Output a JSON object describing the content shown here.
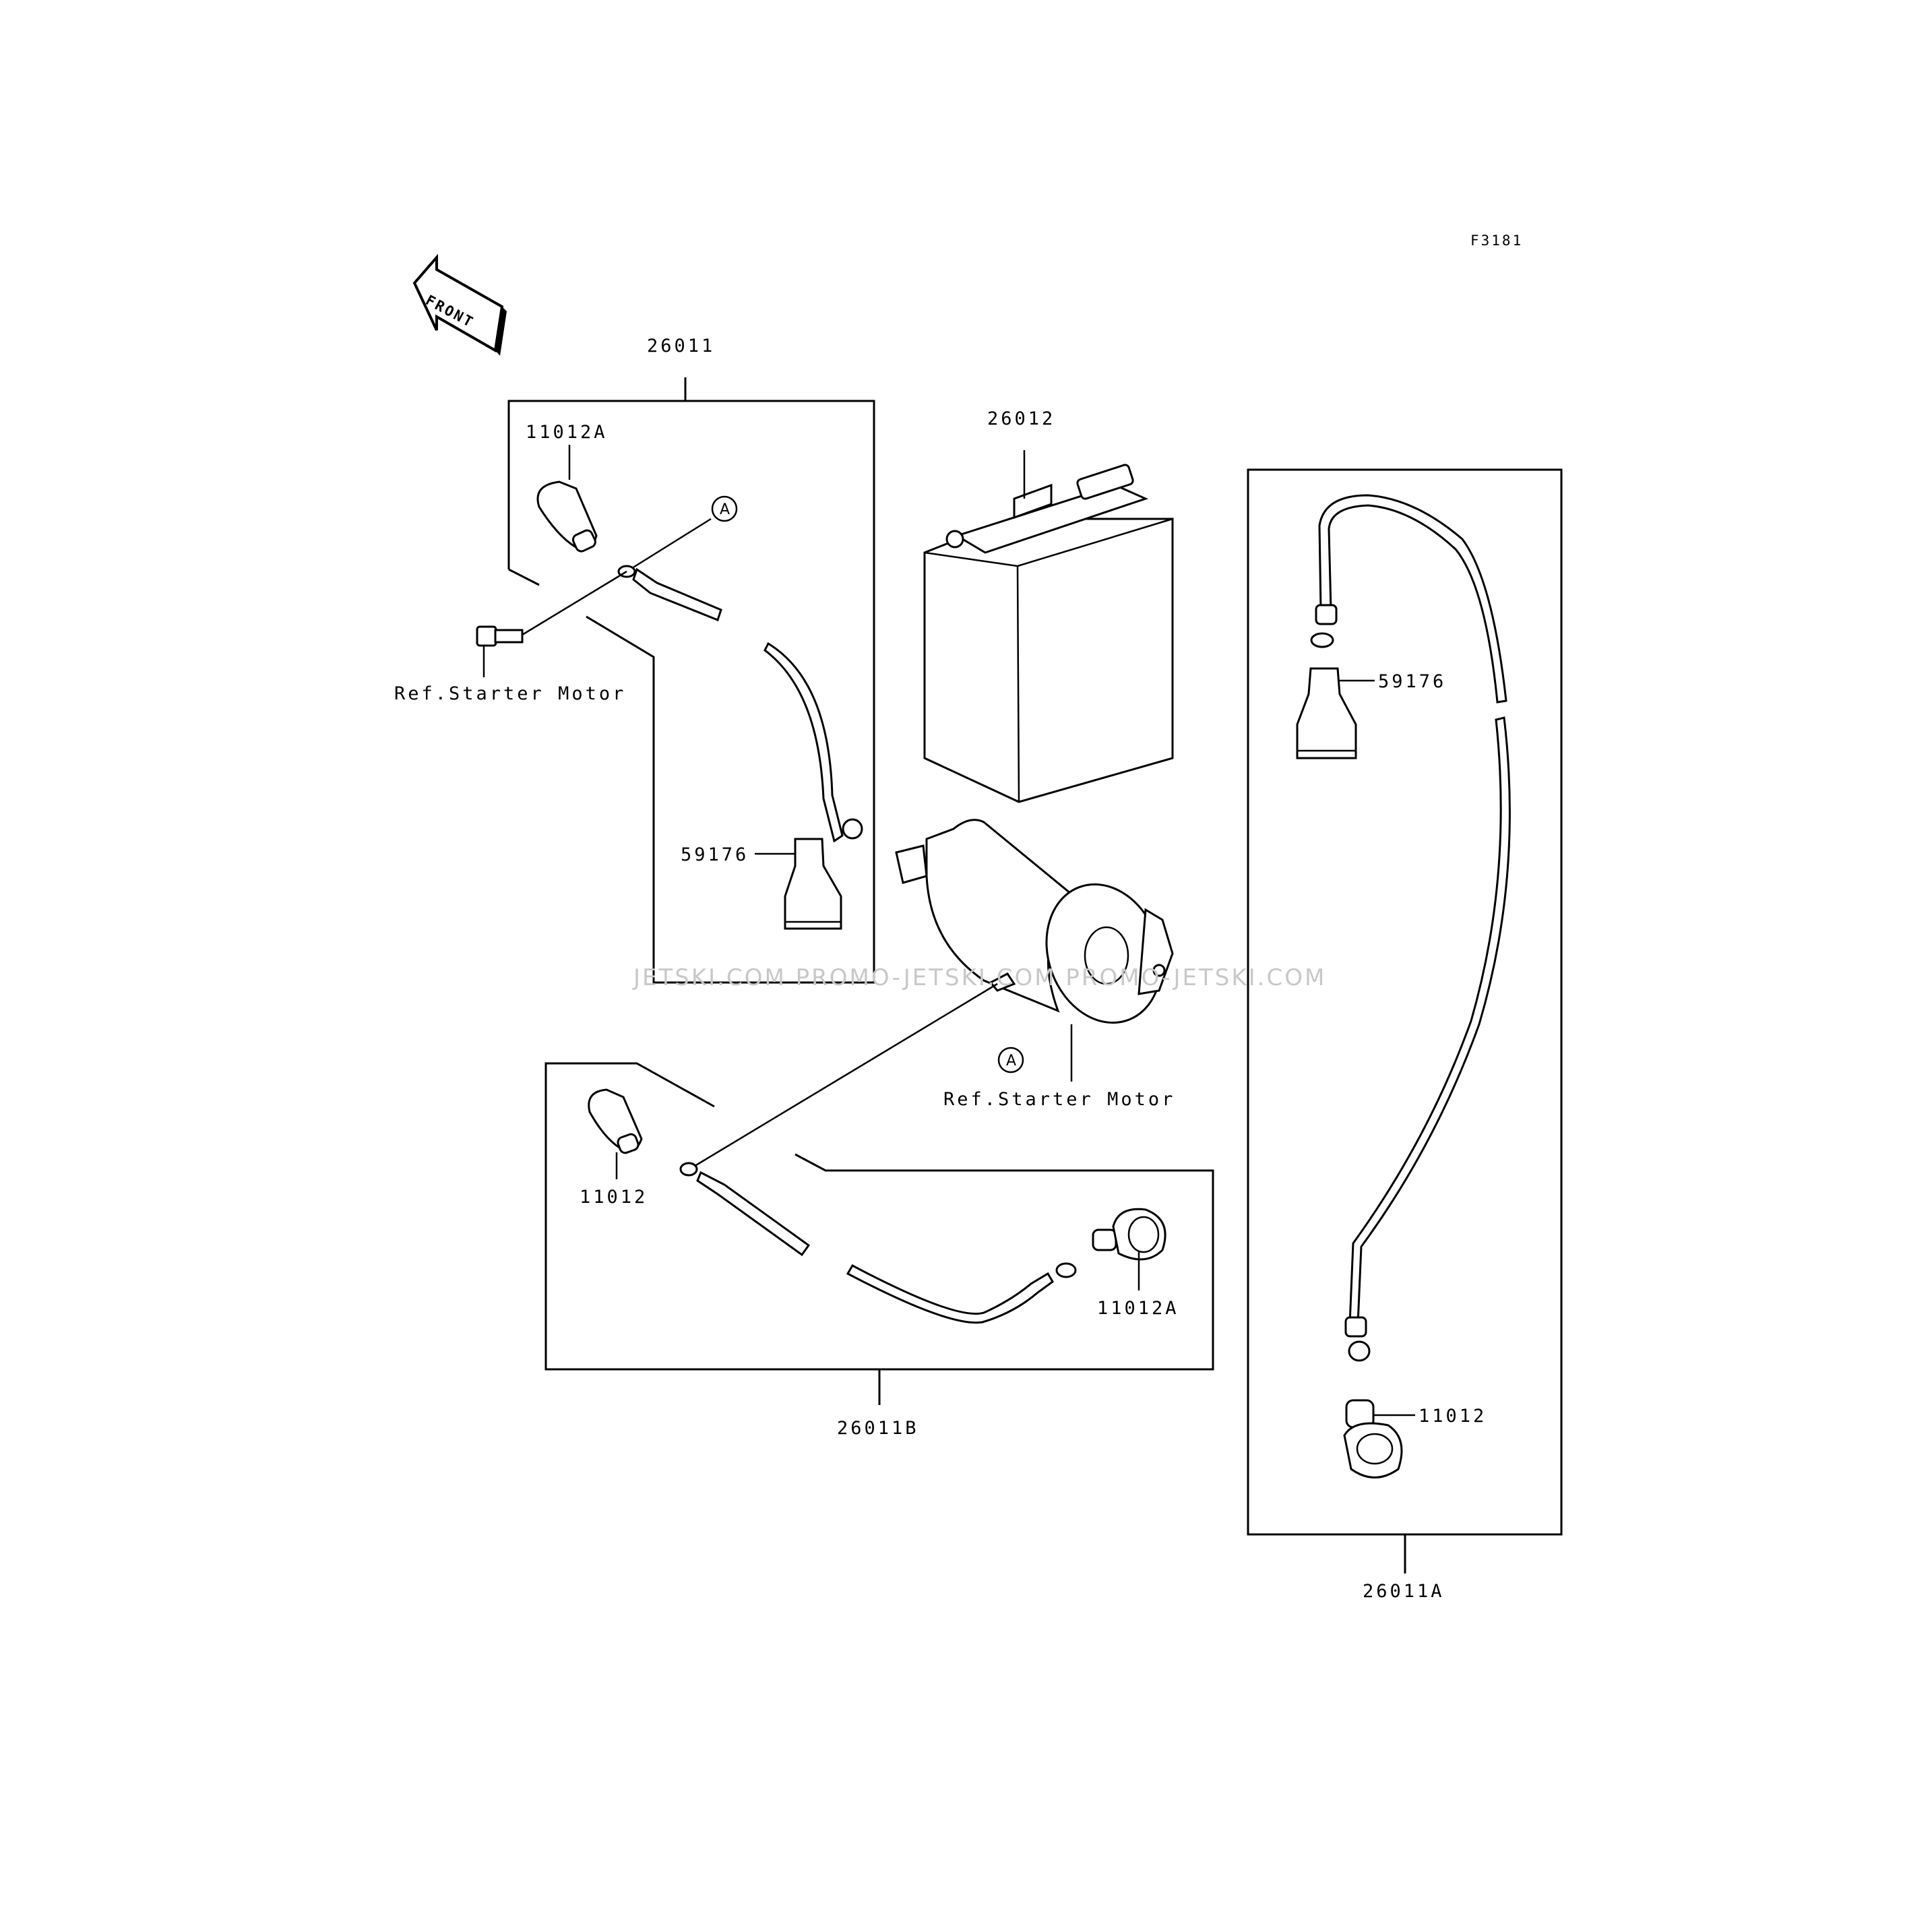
{
  "drawing_code": "F3181",
  "front_label": "FRONT",
  "labels": {
    "cable_plus": "26011",
    "battery": "26012",
    "cap_a_top": "11012A",
    "ref_starter_left": "Ref.Starter Motor",
    "boot_left": "59176",
    "ref_starter_center": "Ref.Starter Motor",
    "cap_left_bottom": "11012",
    "cap_a_bottom": "11012A",
    "cable_b": "26011B",
    "boot_right": "59176",
    "cap_right": "11012",
    "cable_a": "26011A",
    "marker_a1": "A",
    "marker_a2": "A"
  },
  "watermark": "JETSKI.COM PROMO-JETSKI.COM PROMO-JETSKI.COM"
}
